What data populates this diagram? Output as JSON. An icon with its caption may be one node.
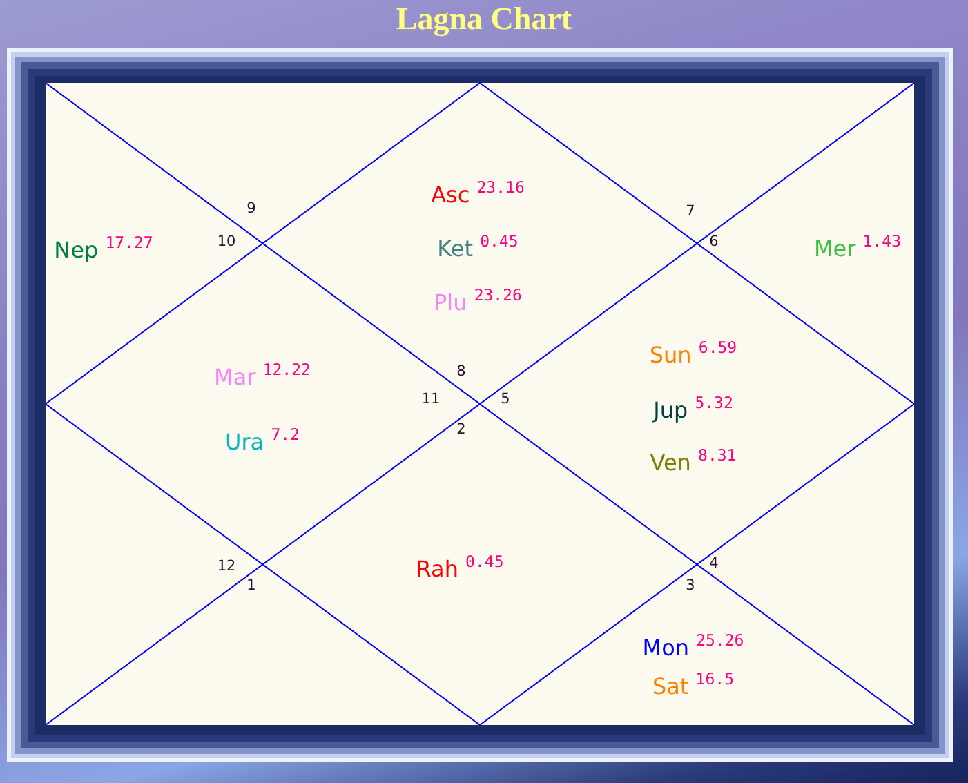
{
  "diagram": {
    "title": "Lagna Chart",
    "nodes": [
      {
        "text": [
          "Asc $^{23.16}$",
          "Ket $^{0.45}$",
          "Plu $^{23.26}$",
          "8"
        ]
      },
      {
        "text": [
          "9"
        ]
      },
      {
        "text": [
          "Nep $^{17.27}$",
          "10"
        ]
      },
      {
        "text": [
          "Mar $^{12.22}$",
          "11",
          "Ura $^{7.2}$"
        ]
      },
      {
        "text": [
          "12"
        ]
      },
      {
        "text": [
          "1"
        ]
      },
      {
        "text": [
          "2",
          "Rah $^{0.45}$"
        ]
      },
      {
        "text": [
          "3",
          "Mon $^{25.26}$",
          "Sat $^{16.5}$"
        ]
      },
      {
        "text": [
          "4"
        ]
      },
      {
        "text": [
          "Sun $^{6.59}$",
          "5",
          "Jup $^{5.32}$",
          "Ven $^{8.31}$"
        ]
      },
      {
        "text": [
          "6",
          "Mer $^{1.43}$"
        ]
      },
      {
        "text": [
          "7"
        ]
      }
    ]
  }
}
